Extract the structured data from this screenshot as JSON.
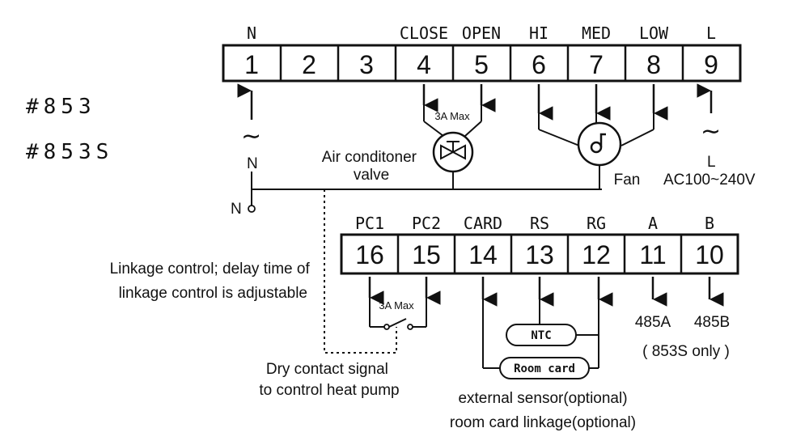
{
  "models": [
    "#853",
    "#853S"
  ],
  "top_terminals": [
    {
      "num": "1",
      "label": "N"
    },
    {
      "num": "2",
      "label": ""
    },
    {
      "num": "3",
      "label": ""
    },
    {
      "num": "4",
      "label": "CLOSE"
    },
    {
      "num": "5",
      "label": "OPEN"
    },
    {
      "num": "6",
      "label": "HI"
    },
    {
      "num": "7",
      "label": "MED"
    },
    {
      "num": "8",
      "label": "LOW"
    },
    {
      "num": "9",
      "label": "L"
    }
  ],
  "bottom_terminals": [
    {
      "num": "16",
      "label": "PC1"
    },
    {
      "num": "15",
      "label": "PC2"
    },
    {
      "num": "14",
      "label": "CARD"
    },
    {
      "num": "13",
      "label": "RS"
    },
    {
      "num": "12",
      "label": "RG"
    },
    {
      "num": "11",
      "label": "A"
    },
    {
      "num": "10",
      "label": "B"
    }
  ],
  "labels": {
    "valve_max": "3A Max",
    "valve_name": "Air conditoner valve",
    "fan": "Fan",
    "power_left_n": "N",
    "power_node_n": "N",
    "power_right_l": "L",
    "ac_range": "AC100~240V",
    "linkage": "Linkage control; delay time of linkage control is adjustable",
    "relay_max": "3A Max",
    "dry_contact": "Dry contact signal to control heat pump",
    "ntc": "NTC",
    "room_card": "Room card",
    "rs485_a": "485A",
    "rs485_b": "485B",
    "only_853s": "( 853S only )",
    "external_sensor": "external sensor(optional)",
    "room_card_linkage": "room card linkage(optional)"
  },
  "icons": {
    "ac_symbol": "∼",
    "valve_symbol": "valve-icon",
    "fan_symbol": "fan-icon"
  }
}
